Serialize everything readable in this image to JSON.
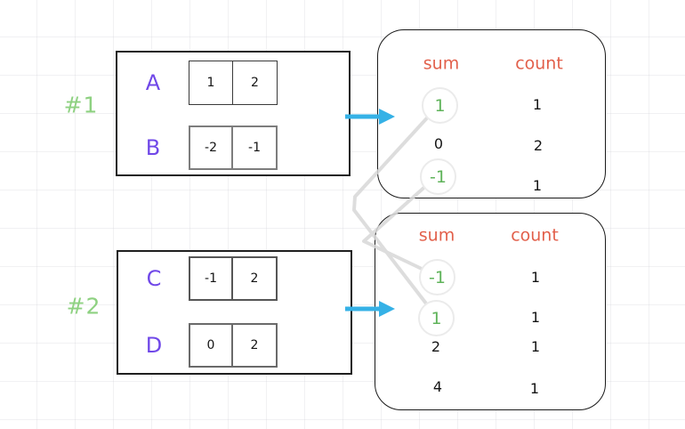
{
  "examples": [
    {
      "id": "#1",
      "arrays": [
        {
          "name": "A",
          "cells": [
            "1",
            "2"
          ]
        },
        {
          "name": "B",
          "cells": [
            "-2",
            "-1"
          ]
        }
      ],
      "table": {
        "sum_header": "sum",
        "count_header": "count",
        "rows": [
          {
            "sum": "1",
            "count": "1",
            "highlighted": true
          },
          {
            "sum": "0",
            "count": "2",
            "highlighted": false
          },
          {
            "sum": "-1",
            "count": "1",
            "highlighted": true
          }
        ]
      }
    },
    {
      "id": "#2",
      "arrays": [
        {
          "name": "C",
          "cells": [
            "-1",
            "2"
          ]
        },
        {
          "name": "D",
          "cells": [
            "0",
            "2"
          ]
        }
      ],
      "table": {
        "sum_header": "sum",
        "count_header": "count",
        "rows": [
          {
            "sum": "-1",
            "count": "1",
            "highlighted": true
          },
          {
            "sum": "1",
            "count": "1",
            "highlighted": true
          },
          {
            "sum": "2",
            "count": "1",
            "highlighted": false
          },
          {
            "sum": "4",
            "count": "1",
            "highlighted": false
          }
        ]
      }
    }
  ],
  "connections": [
    {
      "from": "example-1 sum 1",
      "to": "example-2 sum 1"
    },
    {
      "from": "example-1 sum -1",
      "to": "example-2 sum -1"
    }
  ],
  "icons": {
    "arrow_example_1": "right-arrow-icon",
    "arrow_example_2": "right-arrow-icon"
  },
  "colors": {
    "array_label_purple": "#7048e8",
    "example_label_green": "#8ed181",
    "highlight_sum_green": "#5fb35a",
    "header_orange": "#e2604b",
    "arrow_cyan": "#35b1e6",
    "connector_gray": "#d8d8d8",
    "grid_gray": "#e4e4ea"
  }
}
